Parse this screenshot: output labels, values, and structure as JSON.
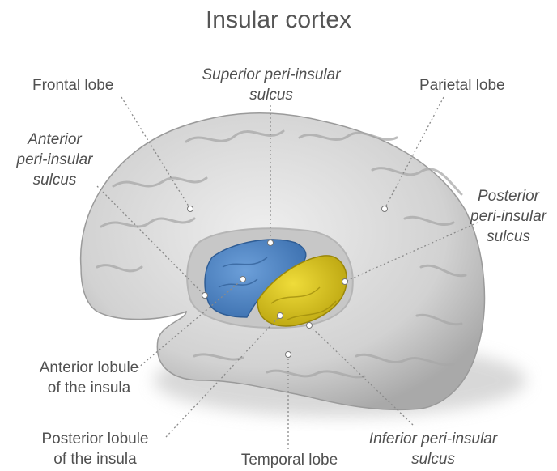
{
  "title": "Insular cortex",
  "labels": {
    "frontal_lobe": "Frontal lobe",
    "superior_sulcus": [
      "Superior peri-insular",
      "sulcus"
    ],
    "parietal_lobe": "Parietal lobe",
    "anterior_sulcus": [
      "Anterior",
      "peri-insular",
      "sulcus"
    ],
    "posterior_sulcus": [
      "Posterior",
      "peri-insular",
      "sulcus"
    ],
    "anterior_lobule": [
      "Anterior lobule",
      "of the insula"
    ],
    "posterior_lobule": [
      "Posterior lobule",
      "of the insula"
    ],
    "temporal_lobe": "Temporal lobe",
    "inferior_sulcus": [
      "Inferior peri-insular",
      "sulcus"
    ]
  },
  "colors": {
    "anterior_lobule": "#4f86c6",
    "posterior_lobule": "#d8c21a",
    "brain": "#d9d9d9",
    "leader_line": "#8a8a8a"
  }
}
